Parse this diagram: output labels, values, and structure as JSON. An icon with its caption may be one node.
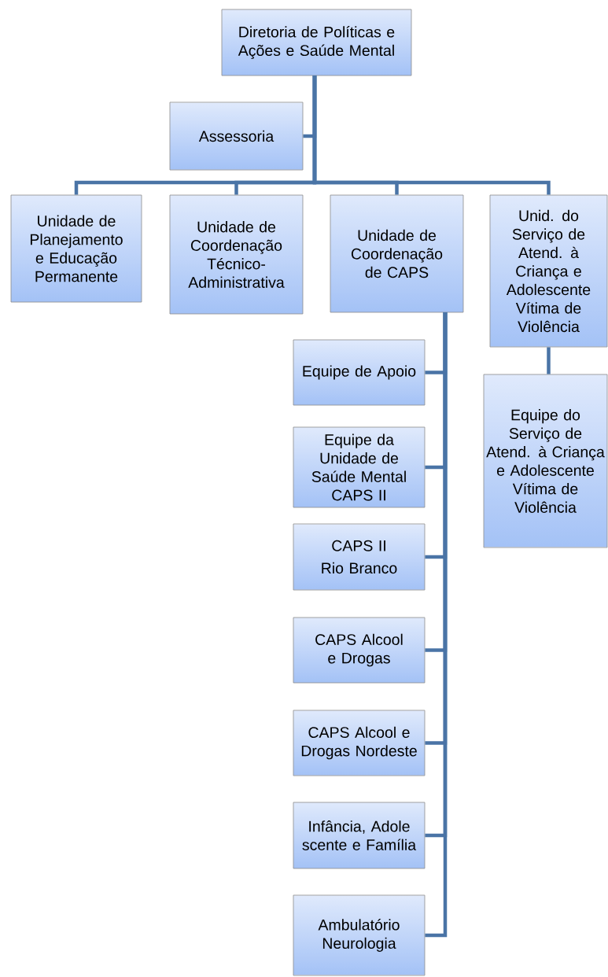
{
  "diagram": {
    "nodes": [
      {
        "text": [
          "Diretoria de Políticas e Ações e Saúde Mental"
        ]
      },
      {
        "text": [
          "Assessoria"
        ]
      },
      {
        "text": [
          "Unidade de Planejamento e Educação Permanente"
        ]
      },
      {
        "text": [
          "Unidade de Coordenação Técnico-Administrativa"
        ]
      },
      {
        "text": [
          "Unidade de Coordenação de CAPS"
        ]
      },
      {
        "text": [
          "Unid. do Serviço de Atend. à Criança e Adolescente Vítima de Violência"
        ]
      },
      {
        "text": [
          "Equipe de Apoio"
        ]
      },
      {
        "text": [
          "Equipe da Unidade de Saúde Mental CAPS II"
        ]
      },
      {
        "text": [
          "CAPS II",
          "Rio Branco"
        ]
      },
      {
        "text": [
          "CAPS Alcool e Drogas"
        ]
      },
      {
        "text": [
          "CAPS Alcool e Drogas Nordeste"
        ]
      },
      {
        "text": [
          "Infância, Adole scente e Família"
        ]
      },
      {
        "text": [
          "Ambulatório Neurologia"
        ]
      },
      {
        "text": [
          "Equipe do Serviço de Atend. à Criança e Adolescente Vítima de Violência"
        ]
      }
    ],
    "edges": [
      {
        "from": 0,
        "to": 1,
        "arrow": "none"
      },
      {
        "from": 0,
        "to": 2,
        "arrow": "none"
      },
      {
        "from": 0,
        "to": 3,
        "arrow": "none"
      },
      {
        "from": 0,
        "to": 4,
        "arrow": "none"
      },
      {
        "from": 0,
        "to": 5,
        "arrow": "none"
      },
      {
        "from": 4,
        "to": 6,
        "arrow": "none"
      },
      {
        "from": 4,
        "to": 7,
        "arrow": "none"
      },
      {
        "from": 4,
        "to": 8,
        "arrow": "none"
      },
      {
        "from": 4,
        "to": 9,
        "arrow": "none"
      },
      {
        "from": 4,
        "to": 10,
        "arrow": "none"
      },
      {
        "from": 4,
        "to": 11,
        "arrow": "none"
      },
      {
        "from": 4,
        "to": 12,
        "arrow": "none"
      },
      {
        "from": 5,
        "to": 13,
        "arrow": "none"
      }
    ]
  }
}
